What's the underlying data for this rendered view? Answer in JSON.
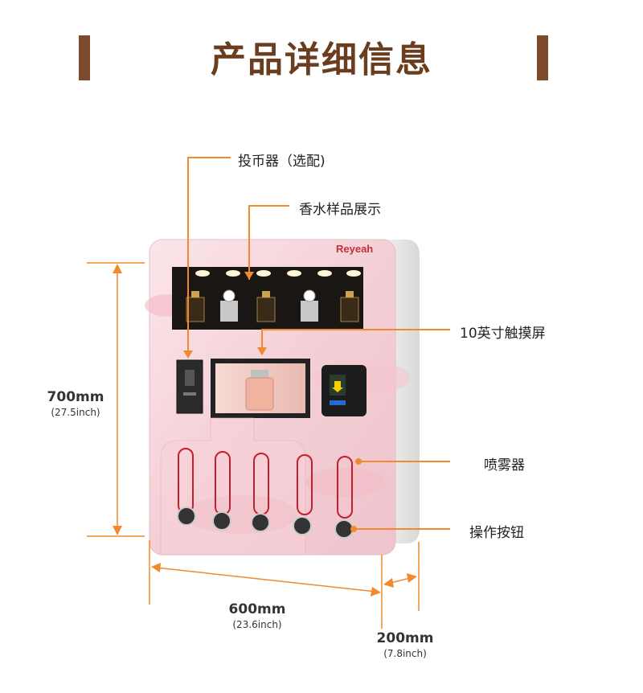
{
  "header": {
    "title": "产品详细信息"
  },
  "product": {
    "brand": "Reyeah"
  },
  "callouts": {
    "coin": "投币器（选配)",
    "display": "香水样品展示",
    "screen": "10英寸触摸屏",
    "sprayer": "喷雾器",
    "buttons": "操作按钮"
  },
  "dimensions": {
    "height": {
      "value": "700mm",
      "inch": "(27.5inch)"
    },
    "width": {
      "value": "600mm",
      "inch": "(23.6inch)"
    },
    "depth": {
      "value": "200mm",
      "inch": "(7.8inch)"
    }
  },
  "colors": {
    "accent": "#f08a2c",
    "title": "#6b3d1f",
    "bar": "#7a4a2a",
    "panel": "#f5d3d8"
  }
}
